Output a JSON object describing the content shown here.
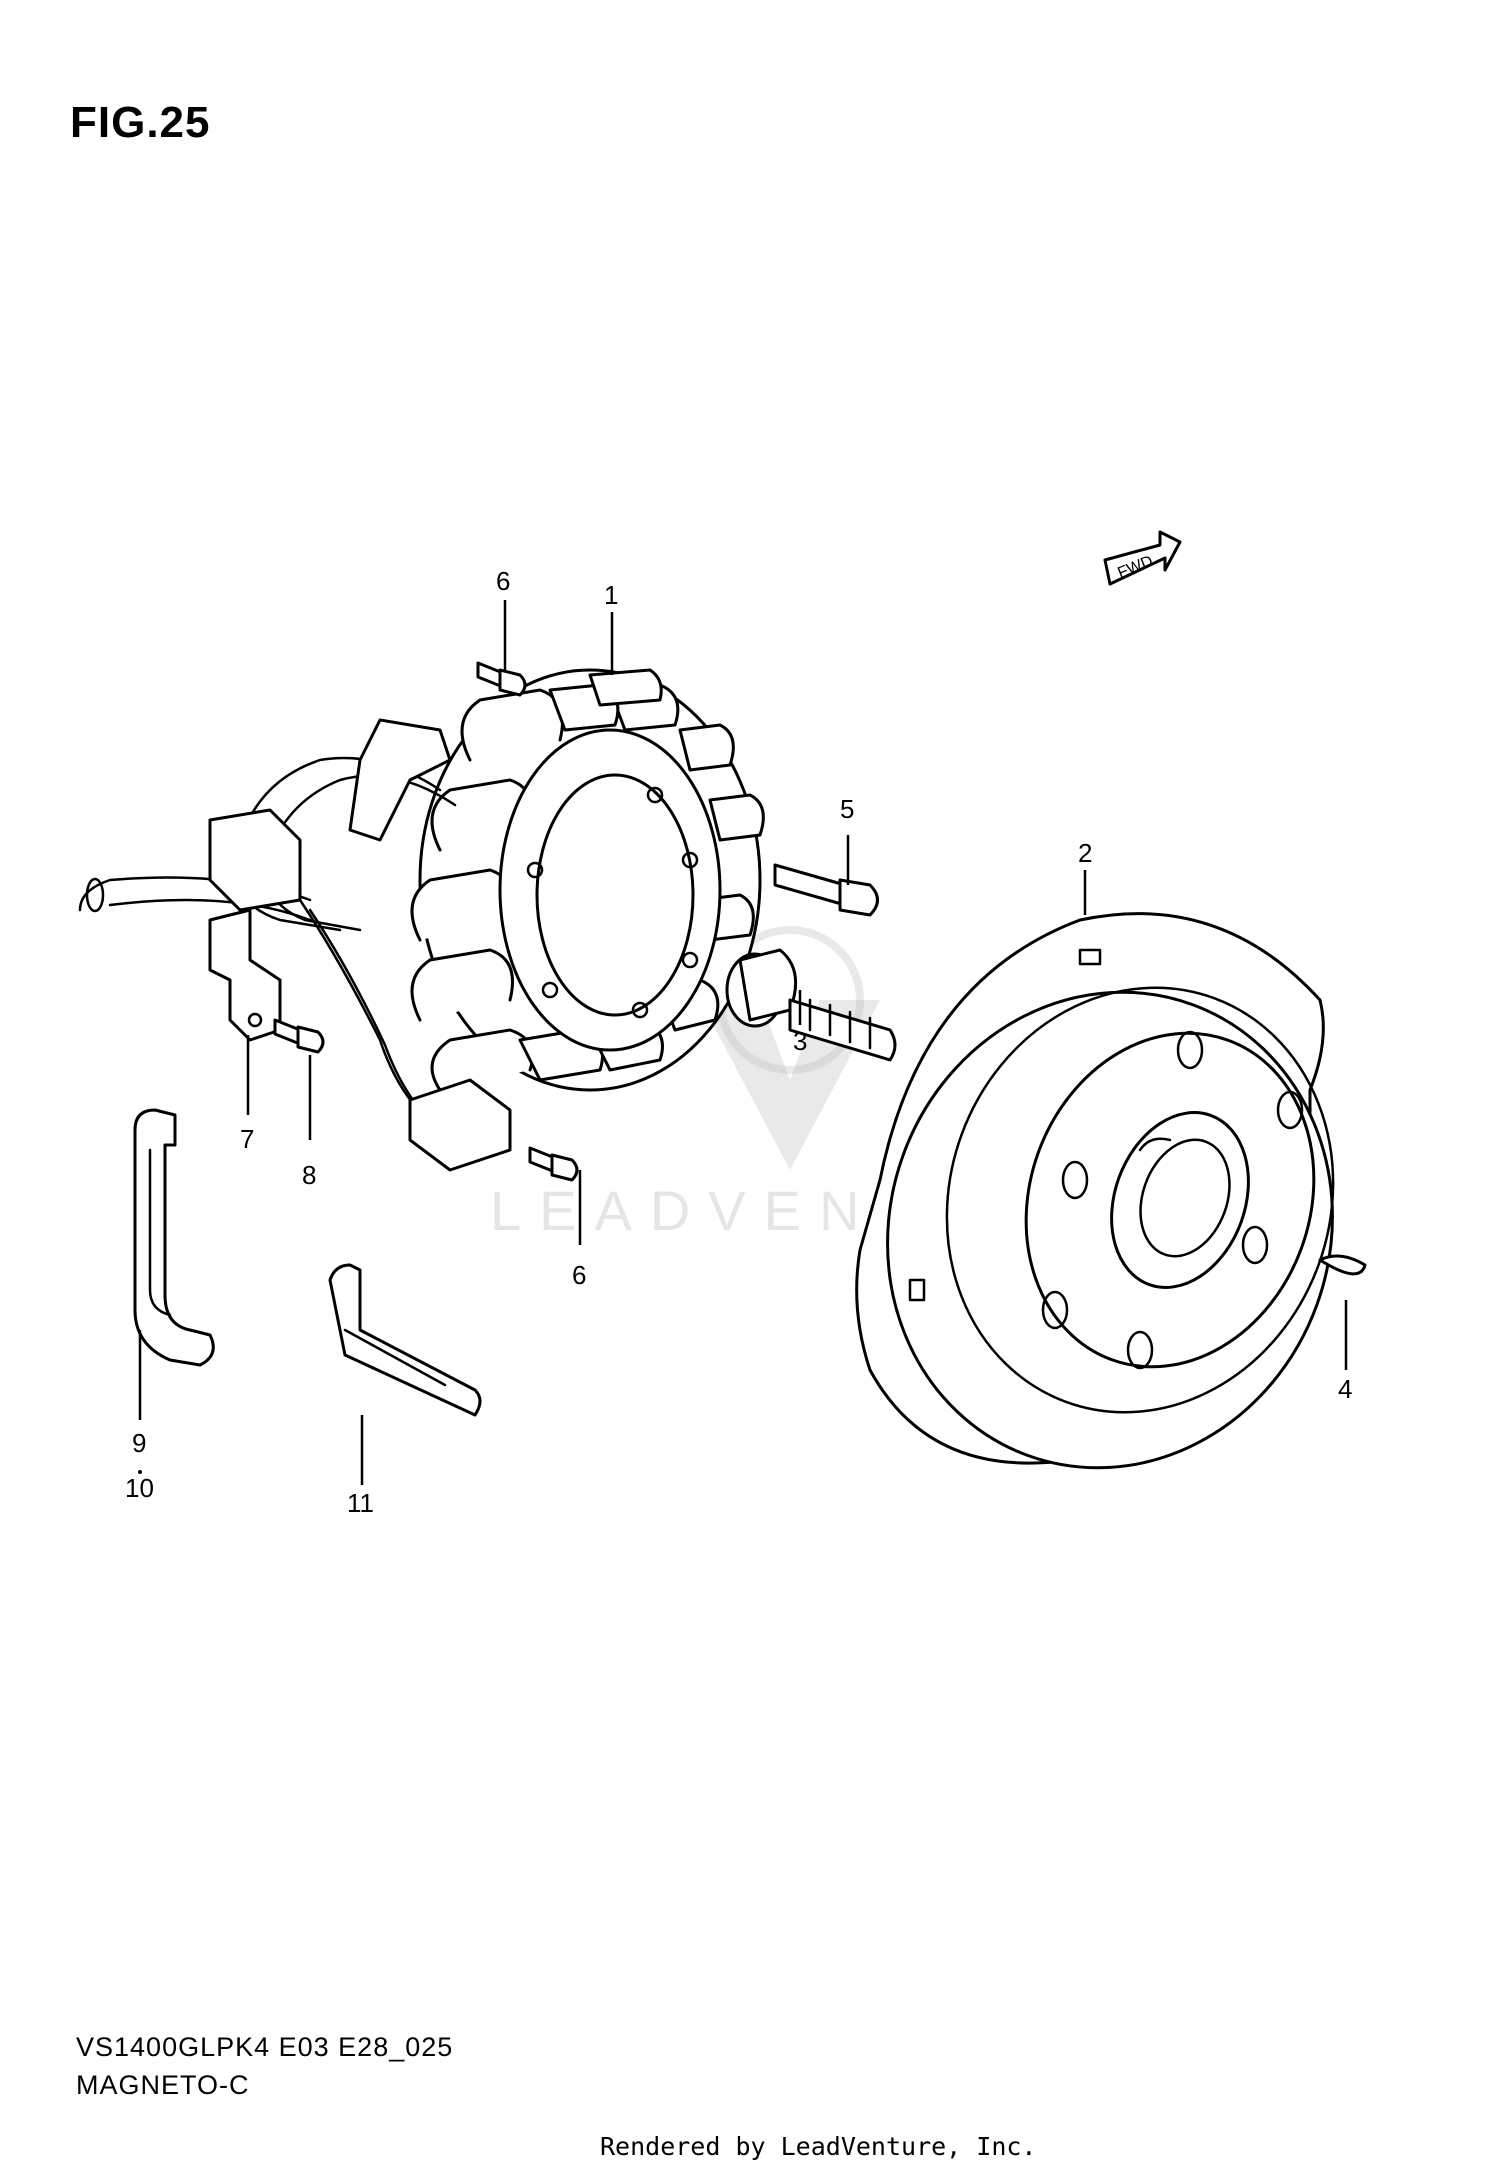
{
  "figure": {
    "title": "FIG.25",
    "model_code": "VS1400GLPK4 E03 E28_025",
    "section_name": "MAGNETO-C",
    "credit": "Rendered by LeadVenture, Inc.",
    "watermark": "LEADVENTURE",
    "direction_marker": "FWD"
  },
  "callouts": [
    {
      "id": "label-1",
      "text": "1"
    },
    {
      "id": "label-2",
      "text": "2"
    },
    {
      "id": "label-3",
      "text": "3"
    },
    {
      "id": "label-4",
      "text": "4"
    },
    {
      "id": "label-5",
      "text": "5"
    },
    {
      "id": "label-6-top",
      "text": "6"
    },
    {
      "id": "label-6-bottom",
      "text": "6"
    },
    {
      "id": "label-7",
      "text": "7"
    },
    {
      "id": "label-8",
      "text": "8"
    },
    {
      "id": "label-9",
      "text": "9"
    },
    {
      "id": "label-10",
      "text": "10"
    },
    {
      "id": "label-11",
      "text": "11"
    }
  ],
  "colors": {
    "line": "#000000",
    "background": "#ffffff",
    "watermark": "#cccccc"
  }
}
